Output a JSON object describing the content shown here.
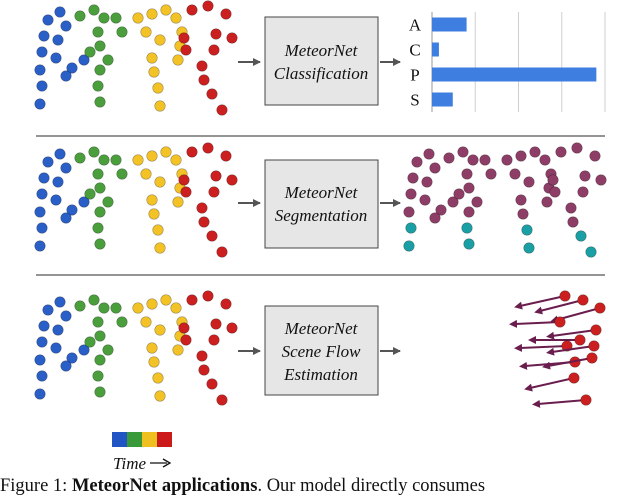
{
  "panels": [
    {
      "box_lines": [
        "MeteorNet",
        "Classification"
      ]
    },
    {
      "box_lines": [
        "MeteorNet",
        "Segmentation"
      ]
    },
    {
      "box_lines": [
        "MeteorNet",
        "Scene Flow",
        "Estimation"
      ]
    }
  ],
  "chart_data": {
    "type": "bar",
    "orientation": "horizontal",
    "categories": [
      "A",
      "C",
      "P",
      "S"
    ],
    "values": [
      0.2,
      0.04,
      0.95,
      0.12
    ],
    "xlim": [
      0,
      1
    ],
    "grid": true
  },
  "time_legend": {
    "colors": [
      "#2255c4",
      "#3a9a3a",
      "#f0c020",
      "#cc1a1a"
    ],
    "label": "Time"
  },
  "caption": {
    "prefix": "Figure 1: ",
    "bold": "MeteorNet applications",
    "rest": ". Our model directly consumes"
  },
  "colors": {
    "blue": "#2a5fc8",
    "green": "#4a9e3c",
    "yellow": "#f3c326",
    "red": "#cc2020",
    "purple": "#8e3d66",
    "teal": "#1a9fa4",
    "bar": "#3d7ee0",
    "arrow": "#6a1e4e",
    "box_fill": "#e6e6e6"
  }
}
